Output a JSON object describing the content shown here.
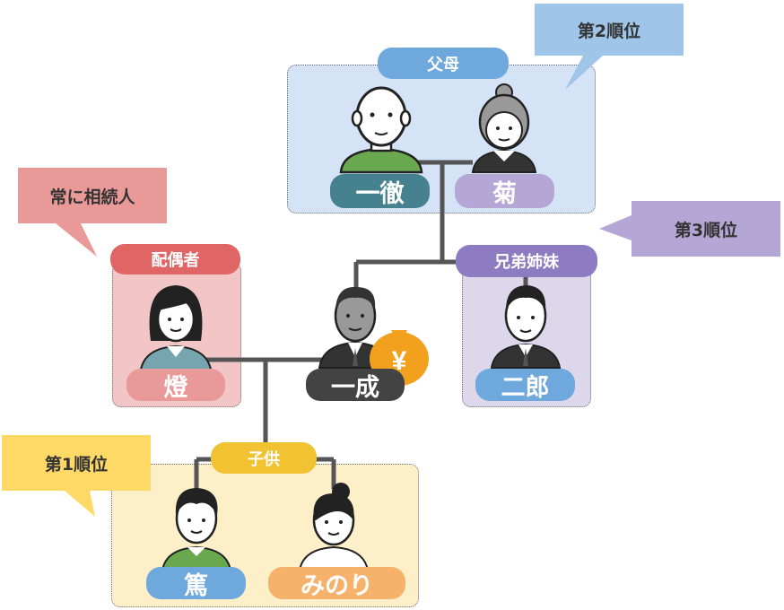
{
  "groups": {
    "parents": {
      "label": "父母",
      "color": "#6fa8dc"
    },
    "siblings": {
      "label": "兄弟姉妹",
      "color": "#8e7cc3"
    },
    "spouse": {
      "label": "配偶者",
      "color": "#e06666"
    },
    "children": {
      "label": "子供",
      "color": "#f1c232"
    }
  },
  "callouts": {
    "rank2": "第2順位",
    "rank3": "第3順位",
    "always": "常に相続人",
    "rank1": "第1順位"
  },
  "people": {
    "father": "一徹",
    "mother": "菊",
    "deceased": "一成",
    "spouse": "燈",
    "sibling": "二郎",
    "child1": "篤",
    "child2": "みのり"
  },
  "money_bag_symbol": "¥"
}
